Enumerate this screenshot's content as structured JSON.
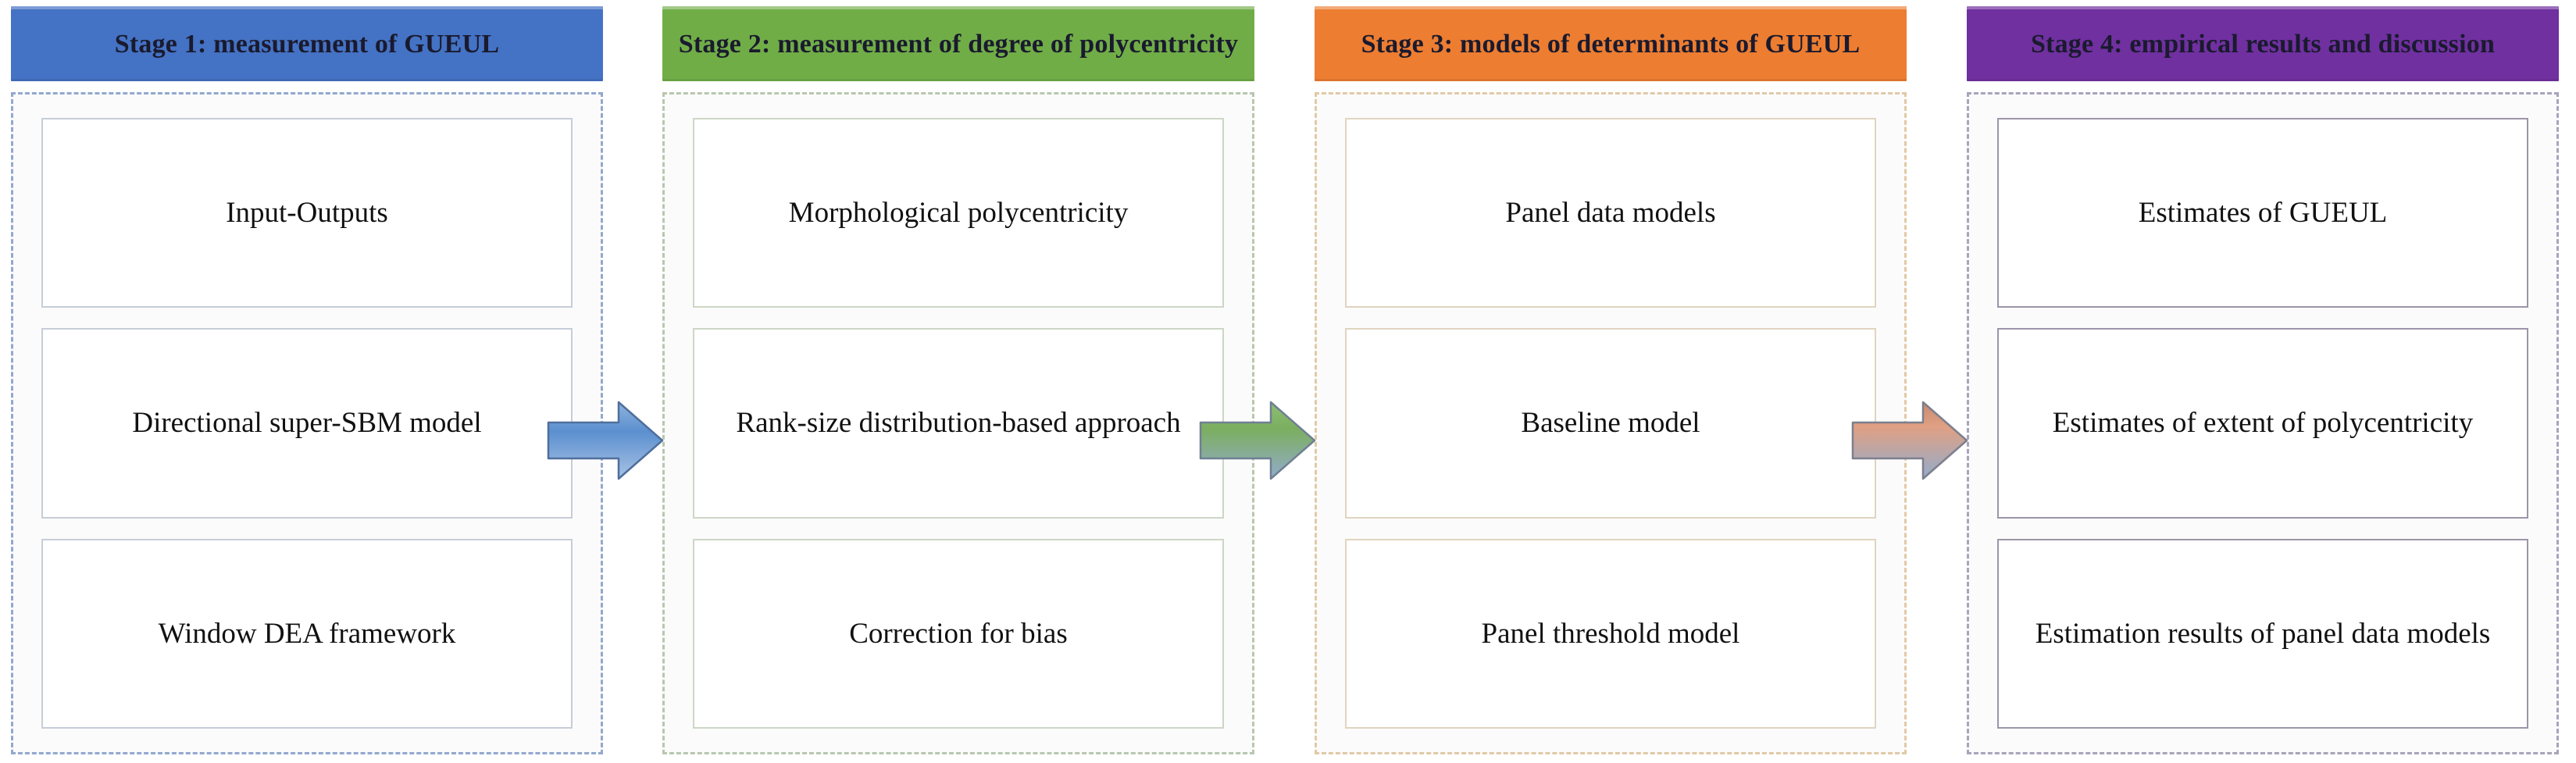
{
  "diagram": {
    "title": "Four-stage research framework flowchart",
    "stages": [
      {
        "header": "Stage 1: measurement of GUEUL",
        "header_color": "#4472C4",
        "dash_border_color": "#93a8cf",
        "items": [
          "Input-Outputs",
          "Directional super-SBM model",
          "Window DEA framework"
        ]
      },
      {
        "header": "Stage 2: measurement of degree of polycentricity",
        "header_color": "#70AD47",
        "dash_border_color": "#b9c7ae",
        "items": [
          "Morphological polycentricity",
          "Rank-size distribution-based approach",
          "Correction for bias"
        ]
      },
      {
        "header": "Stage 3: models of determinants of GUEUL",
        "header_color": "#ED7D31",
        "dash_border_color": "#e2c9a6",
        "items": [
          "Panel data models",
          "Baseline model",
          "Panel threshold model"
        ]
      },
      {
        "header": "Stage 4: empirical results and discussion",
        "header_color": "#7030A0",
        "dash_border_color": "#a9a3bb",
        "items": [
          "Estimates of GUEUL",
          "Estimates of extent of polycentricity",
          "Estimation results of panel data models"
        ]
      }
    ],
    "arrows": [
      {
        "name": "arrow-stage1-to-stage2",
        "from_color": "#5B8FCF",
        "to_color": "#8FB4DD",
        "direction": "right"
      },
      {
        "name": "arrow-stage2-to-stage3",
        "from_color": "#7BAE60",
        "to_color": "#93ACCB",
        "direction": "right"
      },
      {
        "name": "arrow-stage3-to-stage4",
        "from_color": "#D89070",
        "to_color": "#93ACCB",
        "direction": "right"
      }
    ]
  }
}
